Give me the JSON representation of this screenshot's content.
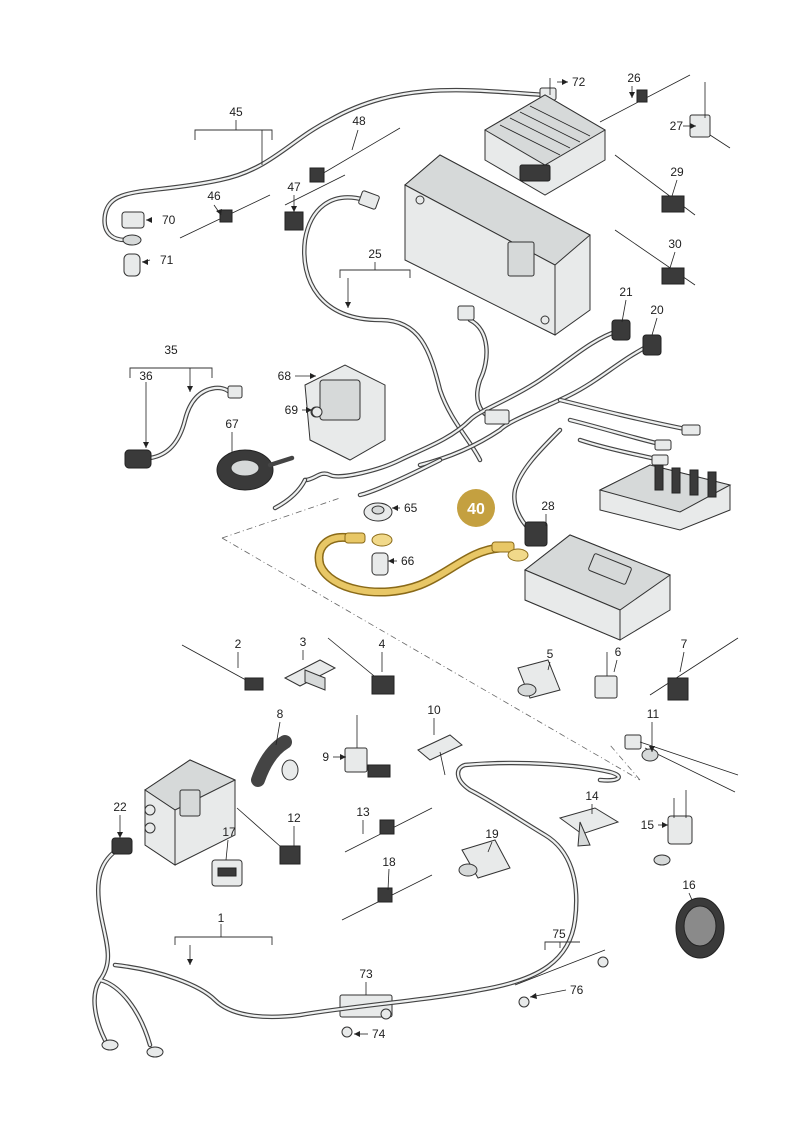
{
  "highlight_color": "#c4a040",
  "highlight_label_color": "#ffffff",
  "callouts": {
    "n1": "1",
    "n2": "2",
    "n3": "3",
    "n4": "4",
    "n5": "5",
    "n6": "6",
    "n7": "7",
    "n8": "8",
    "n9": "9",
    "n10": "10",
    "n11": "11",
    "n12": "12",
    "n13": "13",
    "n14": "14",
    "n15": "15",
    "n16": "16",
    "n17": "17",
    "n18": "18",
    "n19": "19",
    "n20": "20",
    "n21": "21",
    "n22": "22",
    "n25": "25",
    "n26": "26",
    "n27": "27",
    "n28": "28",
    "n29": "29",
    "n30": "30",
    "n35": "35",
    "n36": "36",
    "n40": "40",
    "n45": "45",
    "n46": "46",
    "n47": "47",
    "n48": "48",
    "n65": "65",
    "n66": "66",
    "n67": "67",
    "n68": "68",
    "n69": "69",
    "n70": "70",
    "n71": "71",
    "n72": "72",
    "n73": "73",
    "n74": "74",
    "n75": "75",
    "n76": "76"
  },
  "icons": {
    "control_unit": "ecu-module-icon",
    "battery": "battery-unit-icon",
    "fuse_box": "fuse-box-icon",
    "cable_tie": "cable-tie-icon",
    "clip": "clip-icon",
    "nut": "nut-icon",
    "grommet": "grommet-icon"
  }
}
